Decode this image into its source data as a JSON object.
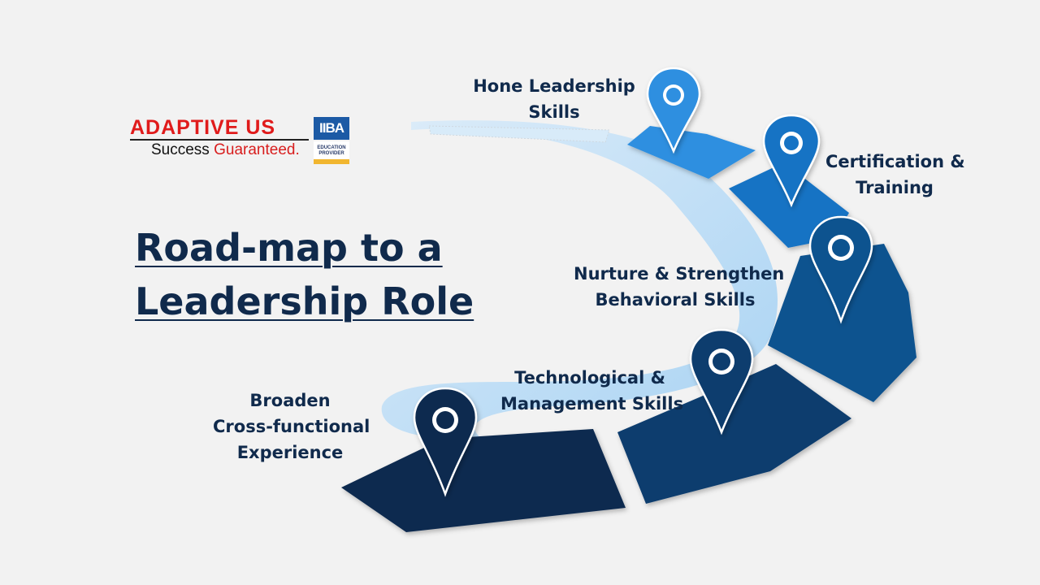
{
  "logo": {
    "brand": "ADAPTIVE",
    "brand_suffix": "US",
    "tagline_plain": "Success",
    "tagline_accent": "Guaranteed.",
    "partner_mark": "IIBA",
    "partner_badge": "EDUCATION PROVIDER"
  },
  "title": {
    "line1": "Road-map to a",
    "line2": "Leadership Role"
  },
  "steps": [
    {
      "line1": "Broaden",
      "line2": "Cross-functional",
      "line3": "Experience"
    },
    {
      "line1": "Technological &",
      "line2": "Management Skills"
    },
    {
      "line1": "Nurture & Strengthen",
      "line2": "Behavioral Skills"
    },
    {
      "line1": "Certification &",
      "line2": "Training"
    },
    {
      "line1": "Hone Leadership",
      "line2": "Skills"
    }
  ],
  "colors": {
    "title_text": "#102a4c",
    "segment_1": "#0d2a4f",
    "segment_2": "#113d6e",
    "segment_3": "#0f528f",
    "segment_4": "#1673c4",
    "segment_5": "#2e8fe0",
    "road_light": "#b7dcf6",
    "brand_red": "#e01b1b",
    "iiba_blue": "#1c5aa5"
  },
  "icons": [
    "location-pin-icon"
  ]
}
